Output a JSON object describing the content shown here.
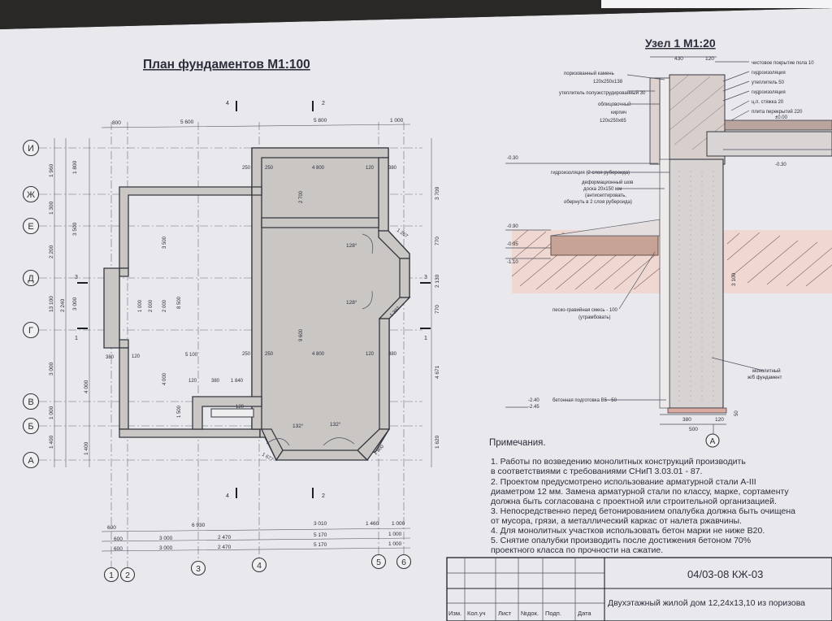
{
  "plan": {
    "title": "План фундаментов  М1:100",
    "axes_rows": [
      "И",
      "Ж",
      "Е",
      "Д",
      "Г",
      "В",
      "Б",
      "А"
    ],
    "axes_cols": [
      "1",
      "2",
      "3",
      "4",
      "5",
      "6"
    ],
    "top_dims": [
      "800",
      "5 600",
      "5 800",
      "1 000"
    ],
    "bottom_dims_1": [
      "600",
      "6 930",
      "3 010",
      "1 460",
      "1 000"
    ],
    "bottom_dims_2": [
      "600",
      "3 000",
      "2 470",
      "5 170",
      "1 000"
    ],
    "bottom_dims_3": [
      "600",
      "3 000",
      "2 470",
      "5 170",
      "1 000"
    ],
    "left_dims_1": [
      "1 960",
      "1 300",
      "2 200",
      "2 240",
      "3 000",
      "1 000",
      "1 400"
    ],
    "left_dims_2": [
      "1 800",
      "3 500",
      "3 000",
      "4 000",
      "1 400"
    ],
    "left_total": "13 100",
    "right_dims": [
      "3 709",
      "770",
      "2 130",
      "770",
      "4 671",
      "1 620"
    ],
    "inner_dims": [
      "250",
      "250",
      "4 800",
      "120",
      "380",
      "120",
      "5 100",
      "250",
      "250",
      "4 800",
      "120",
      "380",
      "380",
      "120",
      "380",
      "1 840",
      "120",
      "3 500",
      "8 500",
      "9 600",
      "4 000",
      "2 000",
      "2 000",
      "1 000",
      "2 700",
      "1 500",
      "1 677",
      "1 500",
      "1 397",
      "1 267"
    ],
    "angles": [
      "128°",
      "128°",
      "132°",
      "132°"
    ],
    "section_marks": [
      "4",
      "2",
      "3",
      "1",
      "4",
      "2",
      "3",
      "1"
    ]
  },
  "node": {
    "title": "Узел 1  М1:20",
    "top_dims": [
      "430",
      "120"
    ],
    "layers_right": [
      "чистовое покрытие пола 10",
      "гидроизоляция",
      "утеплитель 50",
      "гидроизоляция",
      "ц.п. стяжка 20",
      "плита перекрытий 220"
    ],
    "labels_left": [
      "поризованный камень",
      "120x250x138",
      "утеплитель полуэкструдированный 30",
      "облицовочный",
      "кирпич",
      "120x250x65",
      "гидроизоляция (2 слоя рубероида)",
      "деформационный шов",
      "доска 20x150 мм",
      "(антисептировать,",
      "обернуть в 2 слоя рубероида)",
      "песко-гравийная смесь - 100",
      "(утрамбовать)",
      "бетонная  подготовка В5 - 50"
    ],
    "levels": [
      "±0.00",
      "-0.30",
      "-0.30",
      "-0.90",
      "-0.95",
      "-1.10",
      "-2.40",
      "-2.45"
    ],
    "right_label": [
      "монолитный",
      "ж/б фундамент"
    ],
    "height_dim": "3 100",
    "bottom_dims": [
      "380",
      "120",
      "500"
    ],
    "small_dim": "50",
    "axis_mark": "А"
  },
  "notes": {
    "heading": "Примечания.",
    "items": [
      "1. Работы по возведению монолитных конструкций производить",
      "    в соответствиями с требованиями СНиП 3.03.01 - 87.",
      "2. Проектом предусмотрено использование арматурной стали А-III",
      "    диаметром 12 мм. Замена арматурной стали по классу, марке, сортаменту",
      "    должна быть согласована с проектной или строительной организацией.",
      "3. Непосредственно перед бетонированием опалубка должна быть очищена",
      "    от мусора, грязи, а металлический каркас от налета ржавчины.",
      "4. Для монолитных участков использовать бетон марки не ниже В20.",
      "5. Снятие опалубки производить после достижения бетоном 70%",
      "    проектного класса по прочности на сжатие."
    ]
  },
  "stamp": {
    "code": "04/03-08   КЖ-03",
    "cols": [
      "Изм.",
      "Кол.уч",
      "Лист",
      "№док.",
      "Подп.",
      "Дата"
    ],
    "project": "Двухэтажный жилой дом 12,24х13,10 из поризова"
  }
}
